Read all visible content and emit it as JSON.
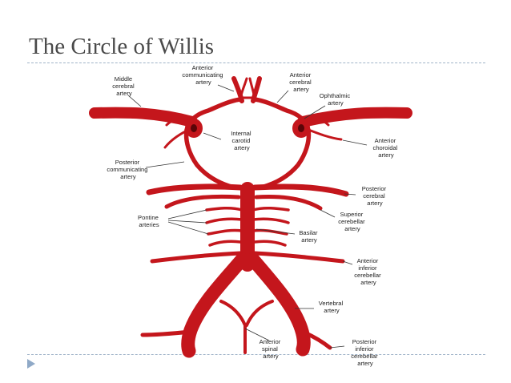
{
  "slide": {
    "title": "The Circle of Willis",
    "colors": {
      "artery": "#c4161c",
      "rule": "#9fb3c8",
      "nav_arrow": "#8fa9c7"
    },
    "nav_icon": "triangle-right-icon"
  },
  "labels": {
    "anterior_communicating": [
      "Anterior",
      "communicating",
      "artery"
    ],
    "middle_cerebral": [
      "Middle",
      "cerebral",
      "artery"
    ],
    "anterior_cerebral": [
      "Anterior",
      "cerebral",
      "artery"
    ],
    "ophthalmic": [
      "Ophthalmic",
      "artery"
    ],
    "internal_carotid": [
      "Internal",
      "carotid",
      "artery"
    ],
    "anterior_choroidal": [
      "Anterior",
      "choroidal",
      "artery"
    ],
    "posterior_communicating": [
      "Posterior",
      "communicating",
      "artery"
    ],
    "posterior_cerebral": [
      "Posterior",
      "cerebral",
      "artery"
    ],
    "pontine": [
      "Pontine",
      "arteries"
    ],
    "superior_cerebellar": [
      "Superior",
      "cerebellar",
      "artery"
    ],
    "basilar": [
      "Basilar",
      "artery"
    ],
    "anterior_inferior_cerebellar": [
      "Anterior",
      "inferior",
      "cerebellar",
      "artery"
    ],
    "vertebral": [
      "Vertebral",
      "artery"
    ],
    "anterior_spinal": [
      "Anterior",
      "spinal",
      "artery"
    ],
    "posterior_inferior_cerebellar": [
      "Posterior",
      "inferior",
      "cerebellar",
      "artery"
    ]
  }
}
